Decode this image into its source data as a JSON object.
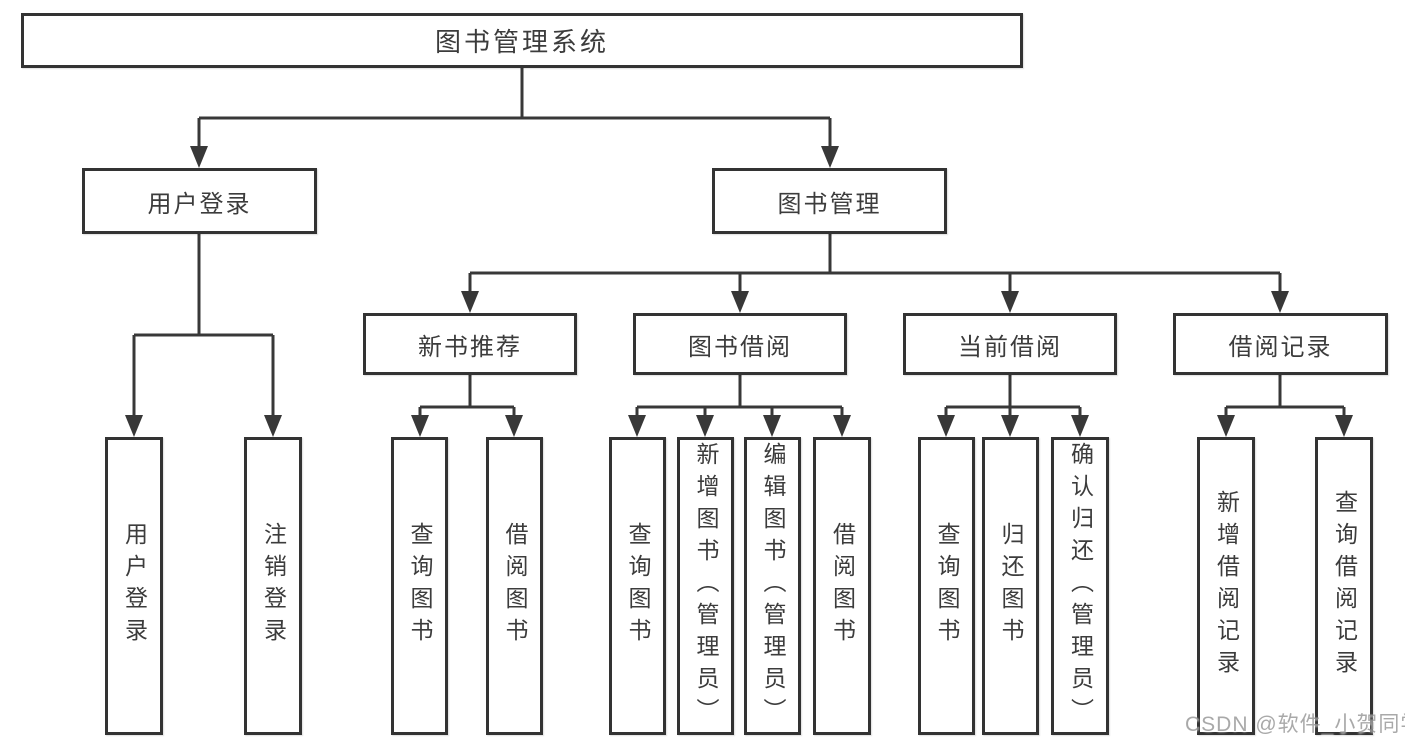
{
  "watermark": "CSDN @软件_小贺同学",
  "colors": {
    "line": "#383838",
    "box_border": "#333333",
    "box_background": "#ffffff",
    "text": "#3c3c3c",
    "watermark": "#8c8c8c"
  },
  "tree": {
    "label": "图书管理系统",
    "children": [
      {
        "label": "用户登录",
        "children": [
          {
            "label": "用户登录"
          },
          {
            "label": "注销登录"
          }
        ]
      },
      {
        "label": "图书管理",
        "children": [
          {
            "label": "新书推荐",
            "children": [
              {
                "label": "查询图书"
              },
              {
                "label": "借阅图书"
              }
            ]
          },
          {
            "label": "图书借阅",
            "children": [
              {
                "label": "查询图书"
              },
              {
                "label": "新增图书（管理员）"
              },
              {
                "label": "编辑图书（管理员）"
              },
              {
                "label": "借阅图书"
              }
            ]
          },
          {
            "label": "当前借阅",
            "children": [
              {
                "label": "查询图书"
              },
              {
                "label": "归还图书"
              },
              {
                "label": "确认归还（管理员）"
              }
            ]
          },
          {
            "label": "借阅记录",
            "children": [
              {
                "label": "新增借阅记录"
              },
              {
                "label": "查询借阅记录"
              }
            ]
          }
        ]
      }
    ]
  }
}
